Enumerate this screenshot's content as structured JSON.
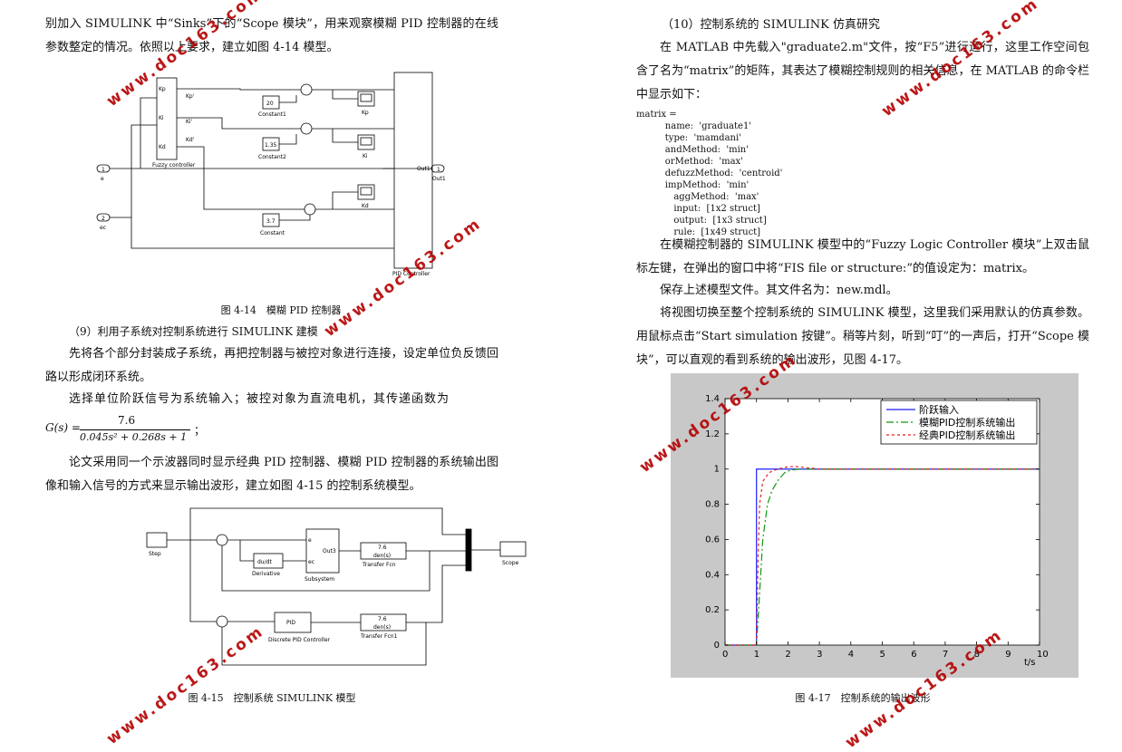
{
  "left": {
    "p_top": "别加入 SIMULINK 中“Sinks”下的“Scope 模块”，用来观察模糊 PID 控制器的在线参数整定的情况。依照以上要求，建立如图 4-14 模型。",
    "fig414": {
      "caption": "图 4-14　模糊 PID 控制器",
      "fuzzy_label": "Fuzzy controller",
      "pid_label": "PID Controller",
      "ports_in": [
        "Kp",
        "Ki",
        "Kd"
      ],
      "sig_kp": "Kp'",
      "sig_ki": "Ki'",
      "sig_kd": "Kd'",
      "const1": "20",
      "const1_label": "Constant1",
      "const2": "1.35",
      "const2_label": "Constant2",
      "const3": "3.7",
      "const3_label": "Constant",
      "scope_kp": "Kp",
      "scope_ki": "Ki",
      "scope_kd": "Kd",
      "in_e_num": "1",
      "in_e": "e",
      "in_ec_num": "2",
      "in_ec": "ec",
      "out_num": "1",
      "out": "Out1",
      "pid_out": "Out1",
      "fuzzy_in1": "e",
      "fuzzy_in2": "ec"
    },
    "h9": "（9）利用子系统对控制系统进行 SIMULINK 建模",
    "p9a": "先将各个部分封装成子系统，再把控制器与被控对象进行连接，设定单位负反馈回路以形成闭环系统。",
    "p9b": "选择单位阶跃信号为系统输入；被控对象为直流电机，其传递函数为",
    "formula_lhs": "G(s) =",
    "formula_num": "7.6",
    "formula_den": "0.045s² + 0.268s + 1",
    "formula_end": "；",
    "p9c": "论文采用同一个示波器同时显示经典 PID 控制器、模糊 PID 控制器的系统输出图像和输入信号的方式来显示输出波形，建立如图 4-15 的控制系统模型。",
    "fig415": {
      "caption": "图 4-15　控制系统 SIMULINK 模型",
      "step": "Step",
      "derivative_sym": "du/dt",
      "derivative": "Derivative",
      "subsystem": "Subsystem",
      "sub_e": "e",
      "sub_ec": "ec",
      "sub_out": "Out3",
      "tf_num": "7.6",
      "tf_den": "den(s)",
      "tf1": "Transfer Fcn",
      "tf2": "Transfer Fcn1",
      "pid_sym": "PID",
      "pid": "Discrete PID Controller",
      "scope": "Scope"
    }
  },
  "right": {
    "h10": "（10）控制系统的 SIMULINK 仿真研究",
    "p10a": "在 MATLAB 中先载入\"graduate2.m\"文件，按“F5”进行运行，这里工作空间包含了名为“matrix”的矩阵，其表达了模糊控制规则的相关信息，在 MATLAB 的命令栏中显示如下：",
    "code": [
      "matrix =",
      "          name:  'graduate1'",
      "          type:  'mamdani'",
      "          andMethod:  'min'",
      "          orMethod:  'max'",
      "          defuzzMethod:  'centroid'",
      "          impMethod:  'min'",
      "             aggMethod:  'max'",
      "             input:  [1x2 struct]",
      "             output:  [1x3 struct]",
      "             rule:  [1x49 struct]"
    ],
    "p10b": "在模糊控制器的 SIMULINK 模型中的“Fuzzy Logic Controller 模块”上双击鼠标左键，在弹出的窗口中将“FIS file or structure:”的值设定为：matrix。",
    "p10c": "保存上述模型文件。其文件名为：new.mdl。",
    "p10d": "将视图切换至整个控制系统的 SIMULINK 模型，这里我们采用默认的仿真参数。用鼠标点击“Start simulation 按键”。稍等片刻，听到“叮”的一声后，打开“Scope 模块”，可以直观的看到系统的输出波形，见图 4-17。",
    "fig417_caption": "图 4-17　控制系统的输出波形"
  },
  "watermark": "www.doc163.com",
  "chart_data": {
    "type": "line",
    "title": "",
    "xlabel": "t/s",
    "ylabel": "",
    "xlim": [
      0,
      10
    ],
    "ylim": [
      0,
      1.4
    ],
    "xticks": [
      "0",
      "1",
      "2",
      "3",
      "4",
      "5",
      "6",
      "7",
      "8",
      "9",
      "10"
    ],
    "yticks": [
      "0",
      "0.2",
      "0.4",
      "0.6",
      "0.8",
      "1",
      "1.2",
      "1.4"
    ],
    "legend_position": "top-right",
    "grid": false,
    "series": [
      {
        "name": "阶跃输入",
        "color": "#1f1fff",
        "dash": "",
        "x": [
          0,
          1,
          1,
          10
        ],
        "y": [
          0,
          0,
          1,
          1
        ]
      },
      {
        "name": "模糊PID控制系统输出",
        "color": "#119911",
        "dash": "8,3,2,3",
        "x": [
          0,
          1,
          1.1,
          1.2,
          1.35,
          1.5,
          1.7,
          1.9,
          2.1,
          2.4,
          2.8,
          3.5,
          10
        ],
        "y": [
          0,
          0,
          0.3,
          0.6,
          0.8,
          0.88,
          0.94,
          0.98,
          0.995,
          1.0,
          1.0,
          1.0,
          1.0
        ]
      },
      {
        "name": "经典PID控制系统输出",
        "color": "#e02020",
        "dash": "3,3",
        "x": [
          0,
          1,
          1.05,
          1.1,
          1.2,
          1.4,
          1.6,
          1.9,
          2.2,
          2.6,
          3.0,
          3.5,
          10
        ],
        "y": [
          0,
          0,
          0.5,
          0.8,
          0.93,
          0.98,
          0.995,
          1.01,
          1.015,
          1.008,
          1.0,
          1.0,
          1.0
        ]
      }
    ]
  }
}
